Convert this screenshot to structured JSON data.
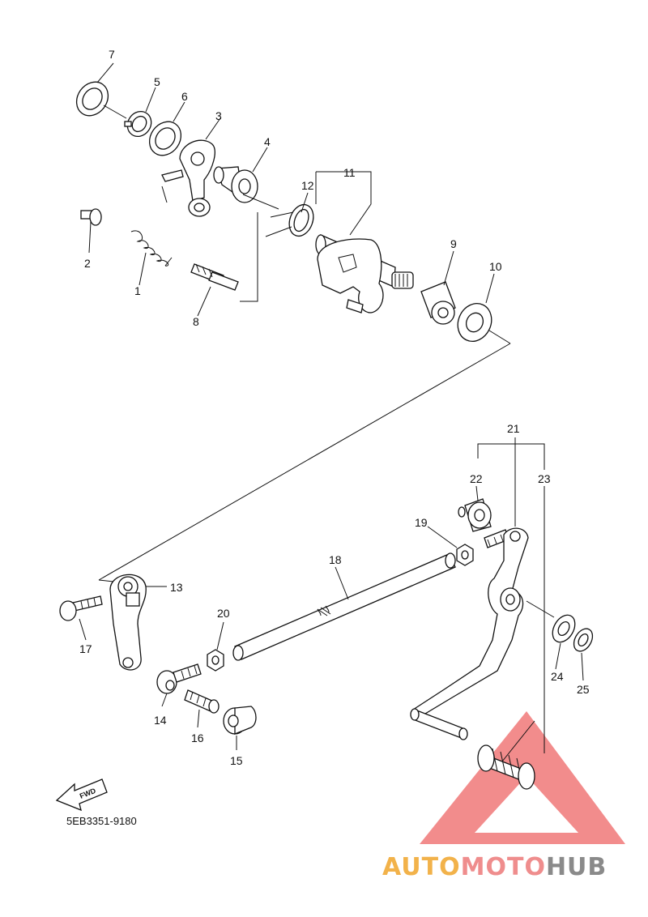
{
  "parts": [
    {
      "num": "1"
    },
    {
      "num": "2"
    },
    {
      "num": "3"
    },
    {
      "num": "4"
    },
    {
      "num": "5"
    },
    {
      "num": "6"
    },
    {
      "num": "7"
    },
    {
      "num": "8"
    },
    {
      "num": "9"
    },
    {
      "num": "10"
    },
    {
      "num": "11"
    },
    {
      "num": "12"
    },
    {
      "num": "13"
    },
    {
      "num": "14"
    },
    {
      "num": "15"
    },
    {
      "num": "16"
    },
    {
      "num": "17"
    },
    {
      "num": "18"
    },
    {
      "num": "19"
    },
    {
      "num": "20"
    },
    {
      "num": "21"
    },
    {
      "num": "22"
    },
    {
      "num": "23"
    },
    {
      "num": "24"
    },
    {
      "num": "25"
    }
  ],
  "drawing_code": "5EB3351-9180",
  "fwd_label": "FWD",
  "watermark": {
    "part1": "AUTO",
    "part2": "MOTO",
    "part3": "HUB",
    "colors": {
      "auto": "#f2b24a",
      "moto": "#ef8d8d",
      "hub": "#8a8a8a",
      "triangle": "#f07070"
    }
  }
}
